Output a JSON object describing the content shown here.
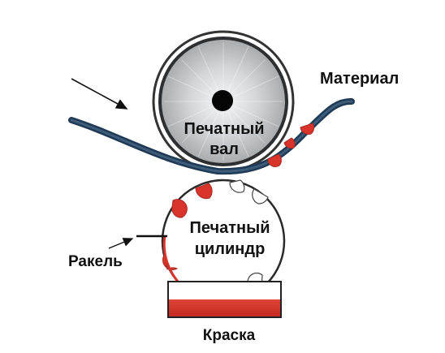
{
  "labels": {
    "material": "Материал",
    "impression_roller": [
      "Печатный",
      "вал"
    ],
    "print_cylinder": [
      "Печатный",
      "цилиндр"
    ],
    "doctor_blade": "Ракель",
    "ink": "Краска"
  },
  "colors": {
    "ink_red": "#d9342b",
    "web_blue": "#1f3a55",
    "roller_gray": "#c9ccce",
    "outline": "#333333"
  }
}
